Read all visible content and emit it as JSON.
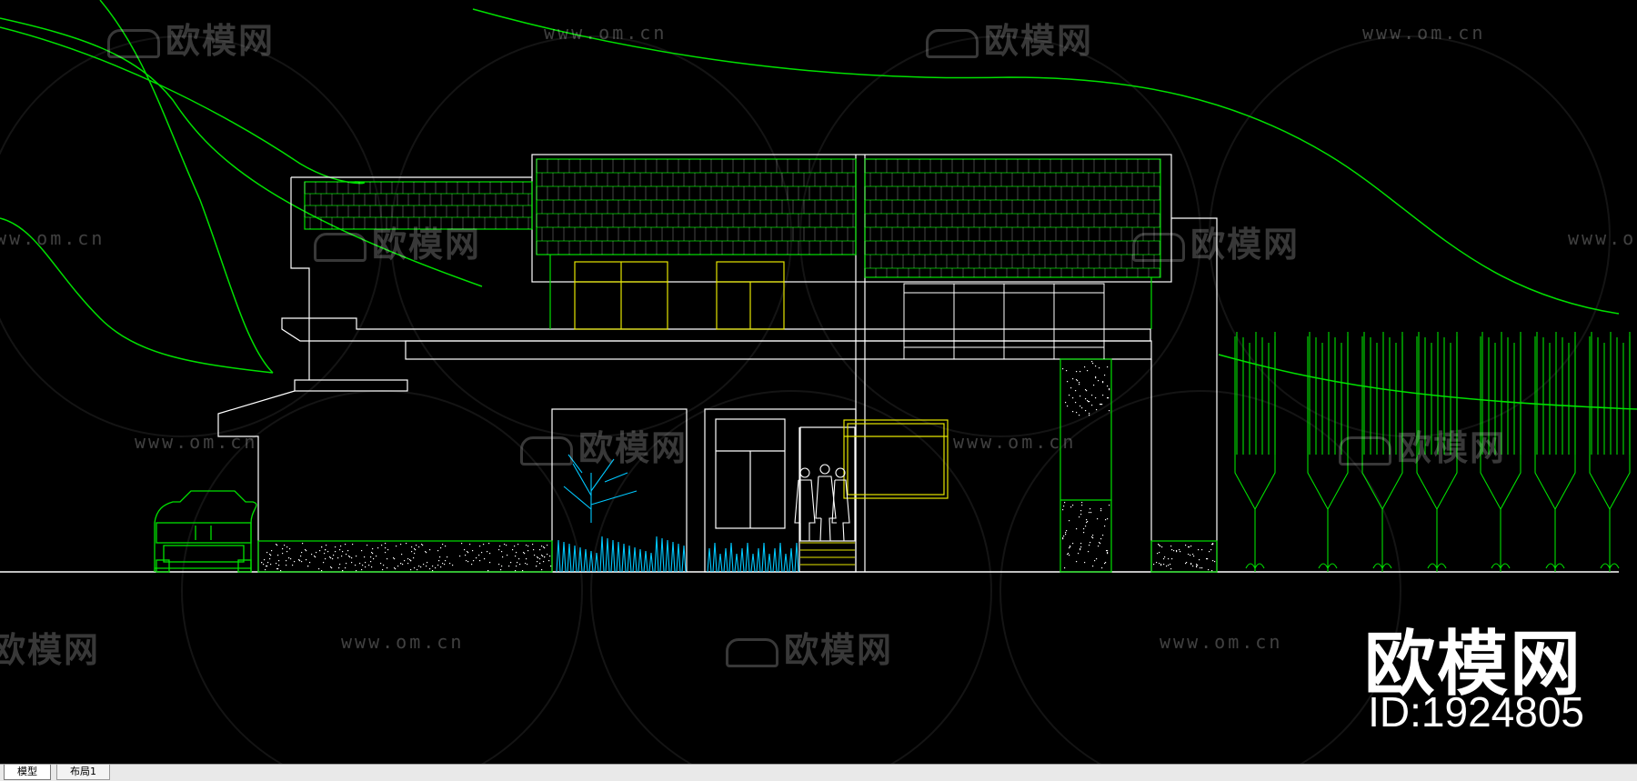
{
  "watermark": {
    "brand": "欧模网",
    "url": "www.om.cn"
  },
  "corner": {
    "brand": "欧模网",
    "id": "ID:1924805"
  },
  "tabs": [
    {
      "label": "模型",
      "active": true
    },
    {
      "label": "布局1",
      "active": false
    }
  ],
  "colors": {
    "background": "#000000",
    "line_white": "#ffffff",
    "line_green": "#00e000",
    "line_yellow": "#e6e600",
    "line_cyan": "#00c8ff",
    "tab_bar": "#e9e9e9"
  }
}
